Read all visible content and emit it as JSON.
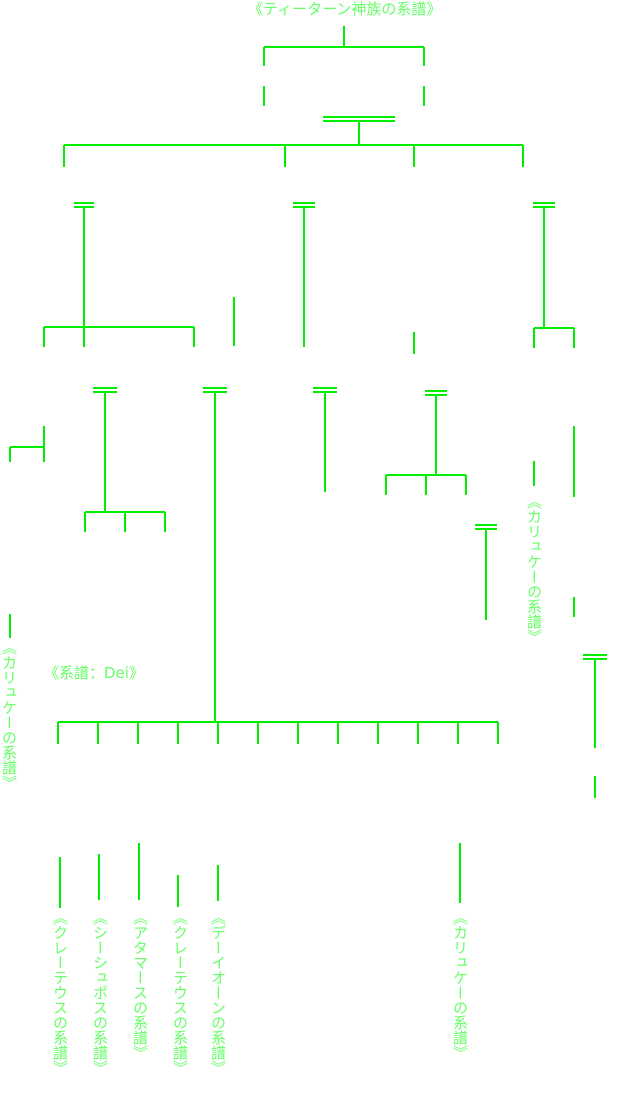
{
  "colors": {
    "line": "#00ee00",
    "text": "#66ff66",
    "background": "#ffffff"
  },
  "labels": {
    "title": "《ティーターン神族の系譜》",
    "dei": "《系譜：Dei》",
    "kalyke_left": "《カリュケーの系譜》",
    "kalyke_right": "《カリュケーの系譜》",
    "kalyke_bottom": "《カリュケーの系譜》",
    "krethe_1": "《クレーテウスの系譜》",
    "sisyphos": "《シーシュポスの系譜》",
    "athamas": "《アタマースの系譜》",
    "krethe_2": "《クレーテウスの系譜》",
    "deion": "《デーイオーンの系譜》"
  }
}
